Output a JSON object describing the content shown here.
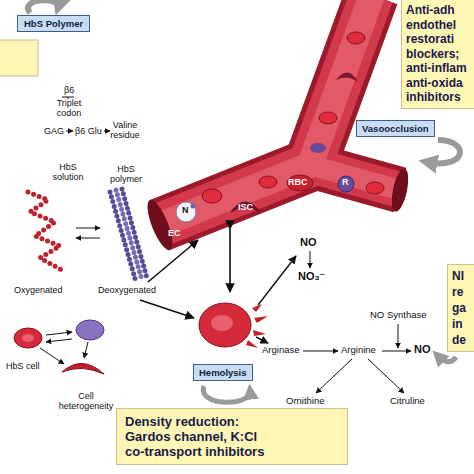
{
  "diagram": {
    "nodes": [
      {
        "text": [
          "HbS Polymer"
        ]
      },
      {
        "text": [
          "Anti-adh endothel restorati blockers; anti-inflam anti-oxida inhibitors"
        ]
      },
      {
        "text": [
          "Vasoocclusion"
        ]
      },
      {
        "text": [
          "Hemolysis"
        ]
      },
      {
        "text": [
          "NI re ga in de"
        ]
      },
      {
        "text": [
          "Density reduction:",
          "Gardos channel, K:Cl co-transport inhibitors"
        ]
      }
    ],
    "labels": [
      "β6",
      "Triplet codon",
      "GAG",
      "β6 Glu",
      "Valine residue",
      "HbS solution",
      "HbS polymer",
      "Oxygenated",
      "Deoxygenated",
      "HbS cell",
      "Cell heterogeneity",
      "N",
      "EC",
      "ISC",
      "RBC",
      "R",
      "NO",
      "NO₃⁻",
      "Arginase",
      "NO Synthase",
      "Arginine",
      "NO",
      "Ornithine",
      "Citruline"
    ]
  }
}
